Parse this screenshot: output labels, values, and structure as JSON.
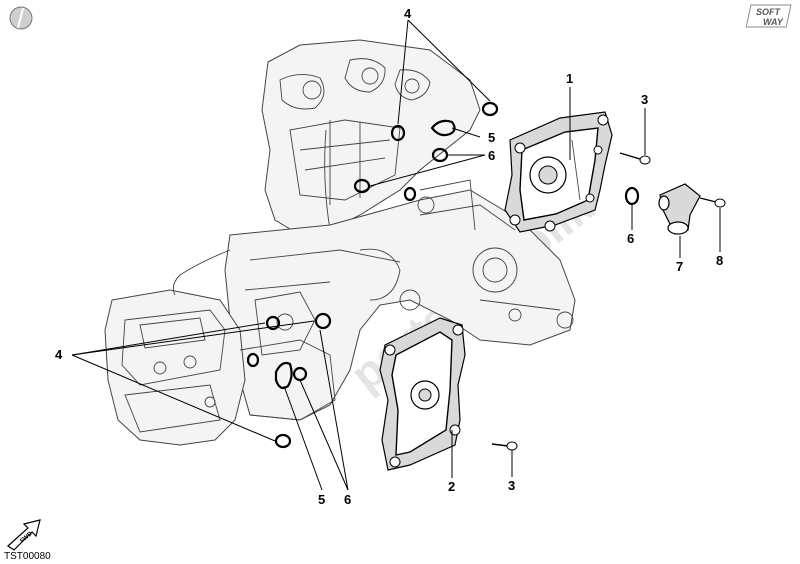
{
  "diagram": {
    "code": "TST00080",
    "brand_logo": {
      "text": "SOFT WAY",
      "line1": "SOFT",
      "line2": "WAY"
    },
    "fwd_badge": "FWD",
    "callouts": {
      "c1": "1",
      "c2": "2",
      "c3a": "3",
      "c3b": "3",
      "c4a": "4",
      "c4b": "4",
      "c5a": "5",
      "c5b": "5",
      "c6a": "6",
      "c6b": "6",
      "c6c": "6",
      "c7": "7",
      "c8": "8"
    }
  }
}
